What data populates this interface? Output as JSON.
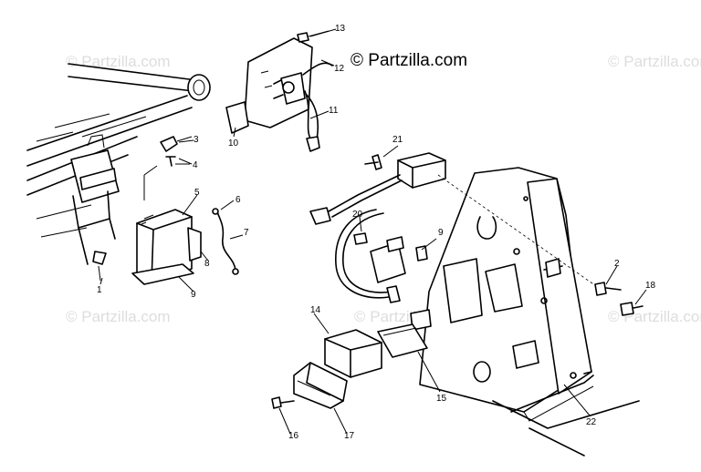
{
  "brand_text": "© Partzilla.com",
  "watermark_text": "© Partzilla.com",
  "callouts": [
    "1",
    "2",
    "3",
    "4",
    "5",
    "6",
    "7",
    "8",
    "9",
    "10",
    "11",
    "12",
    "13",
    "14",
    "15",
    "16",
    "17",
    "18",
    "20",
    "21",
    "22"
  ]
}
